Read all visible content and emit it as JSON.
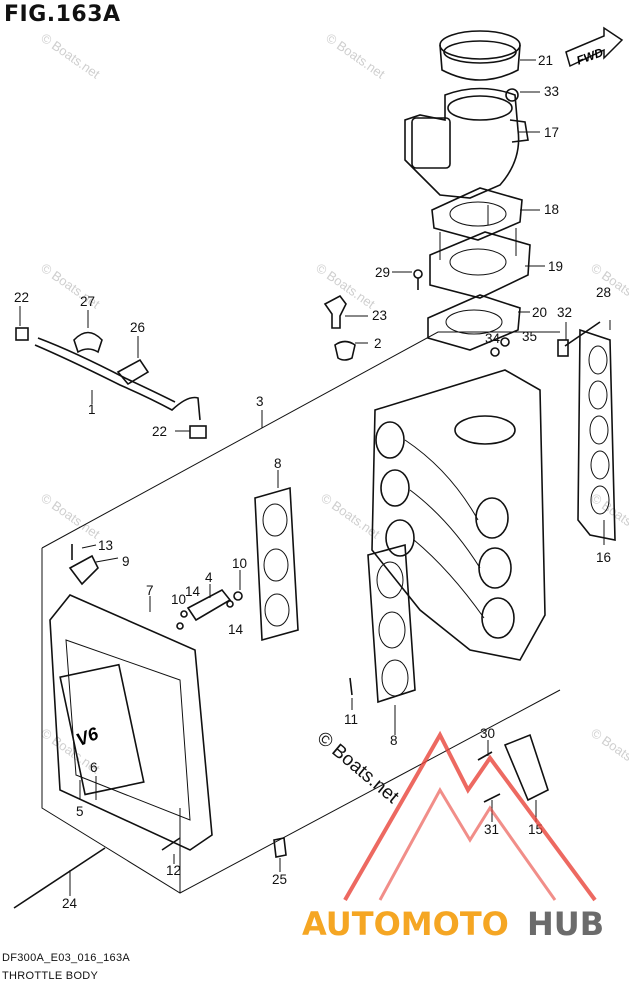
{
  "figure": {
    "title": "FIG.163A"
  },
  "direction_label": "FWD",
  "watermark": {
    "text": "© Boats.net",
    "stamp": "© Boats.net"
  },
  "logo": {
    "name_part1": "AUTOMOTO",
    "name_part2": "HUB",
    "accent_color": "#e8433a",
    "gold_color": "#f5a623",
    "gray_color": "#6b6b6b"
  },
  "callouts": {
    "c1": "1",
    "c2": "2",
    "c3": "3",
    "c4": "4",
    "c5": "5",
    "c6": "6",
    "c7": "7",
    "c8a": "8",
    "c8b": "8",
    "c9": "9",
    "c10a": "10",
    "c10b": "10",
    "c11": "11",
    "c12": "12",
    "c13": "13",
    "c14a": "14",
    "c14b": "14",
    "c15": "15",
    "c16": "16",
    "c17": "17",
    "c18": "18",
    "c19": "19",
    "c20": "20",
    "c21": "21",
    "c22a": "22",
    "c22b": "22",
    "c23": "23",
    "c24": "24",
    "c25": "25",
    "c26": "26",
    "c27": "27",
    "c28": "28",
    "c29": "29",
    "c30": "30",
    "c31": "31",
    "c32": "32",
    "c33": "33",
    "c34": "34",
    "c35": "35"
  },
  "footer": {
    "model_code": "DF300A_E03_016_163A",
    "section_name": "THROTTLE BODY"
  }
}
